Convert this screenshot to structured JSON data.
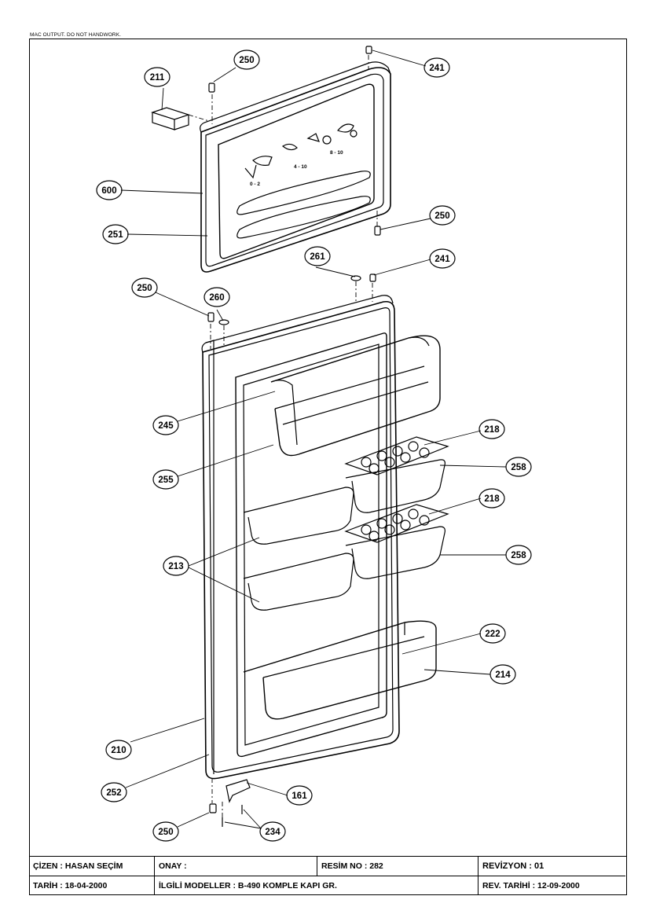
{
  "header": {
    "note": "MAC OUTPUT. DO NOT HANDWORK."
  },
  "drawing": {
    "callouts": [
      {
        "label": "250"
      },
      {
        "label": "241"
      },
      {
        "label": "211"
      },
      {
        "label": "600"
      },
      {
        "label": "251"
      },
      {
        "label": "250"
      },
      {
        "label": "261"
      },
      {
        "label": "241"
      },
      {
        "label": "250"
      },
      {
        "label": "260"
      },
      {
        "label": "245"
      },
      {
        "label": "218"
      },
      {
        "label": "255"
      },
      {
        "label": "258"
      },
      {
        "label": "218"
      },
      {
        "label": "213"
      },
      {
        "label": "258"
      },
      {
        "label": "222"
      },
      {
        "label": "214"
      },
      {
        "label": "210"
      },
      {
        "label": "252"
      },
      {
        "label": "161"
      },
      {
        "label": "250"
      },
      {
        "label": "234"
      }
    ],
    "door_panel_labels": [
      "0 - 2",
      "4 - 10",
      "8 - 10"
    ]
  },
  "title_block": {
    "drawn_by": "ÇİZEN : HASAN SEÇİM",
    "approval": "ONAY :",
    "drawing_no": "RESİM NO : 282",
    "revision": "REVİZYON : 01",
    "date": "TARİH : 18-04-2000",
    "models": "İLGİLİ MODELLER : B-490 KOMPLE KAPI GR.",
    "rev_date": "REV. TARİHİ : 12-09-2000"
  }
}
